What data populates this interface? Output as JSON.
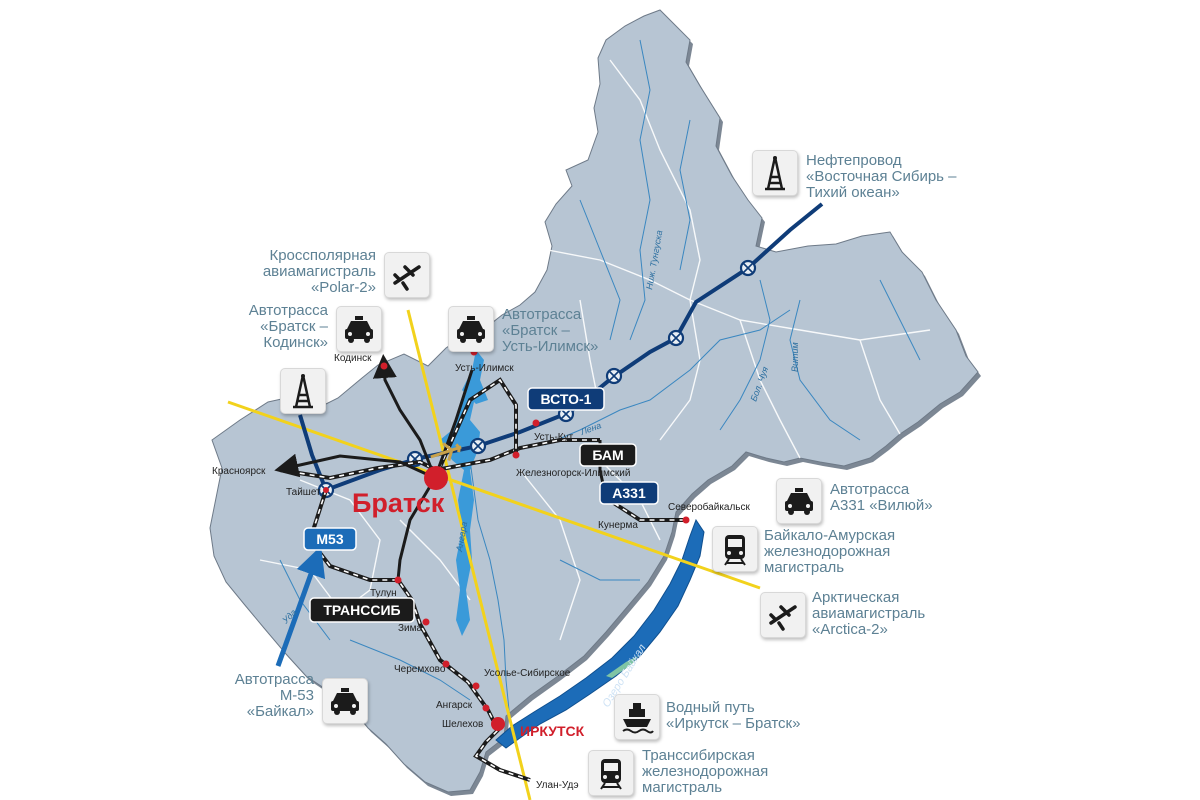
{
  "colors": {
    "region_fill": "#b7c5d3",
    "region_edge": "#7c8794",
    "lake": "#1c6cb8",
    "river": "#3a87c0",
    "yellow_route": "#f2d21c",
    "pipeline": "#0f3c78",
    "label_blue": "#5d8194",
    "city_red": "#d11f2b",
    "rail_black": "#1b1b1b"
  },
  "cities": {
    "bratsk": "Братск",
    "irkutsk": "ИРКУТСК",
    "kodinsk": "Кодинск",
    "ust_ilimsk": "Усть-Илимск",
    "ust_kut": "Усть-Кут",
    "zheleznogorsk": "Железногорск-Илимский",
    "krasnoyarsk": "Красноярск",
    "tayshet": "Тайшет",
    "tulun": "Тулун",
    "zima": "Зима",
    "cheremkhovo": "Черемхово",
    "usolye": "Усолье-Сибирское",
    "angarsk": "Ангарск",
    "shelekhov": "Шелехов",
    "ulan_ude": "Улан-Удэ",
    "severobaikalsk": "Северобайкальск",
    "kunerma": "Кунерма"
  },
  "rivers": {
    "nizh_tunguska": "Ниж. Тунгуска",
    "lena": "Лена",
    "bol_chuya": "Бол. Чуя",
    "vitim": "Витим",
    "angara": "Ангара",
    "baikal": "Озеро Байкал",
    "uda": "Уда"
  },
  "badges": {
    "vsto": "ВСТО-1",
    "bam": "БАМ",
    "a331": "А331",
    "m53": "М53",
    "transsib": "ТРАНССИБ"
  },
  "legend": {
    "oil_pipeline": [
      "Нефтепровод",
      "«Восточная Сибирь –",
      "Тихий океан»"
    ],
    "crosspolar": [
      "Кроссполярная",
      "авиамагистраль",
      "«Polar-2»"
    ],
    "road_kodinsk": [
      "Автотрасса",
      "«Братск –",
      "Кодинск»"
    ],
    "road_ust_ilimsk": [
      "Автотрасса",
      "«Братск –",
      "Усть-Илимск»"
    ],
    "road_a331": [
      "Автотрасса",
      "А331 «Вилюй»"
    ],
    "bam_rail": [
      "Байкало-Амурская",
      "железнодорожная",
      "магистраль"
    ],
    "arctic_air": [
      "Арктическая",
      "авиамагистраль",
      "«Arctica-2»"
    ],
    "road_m53": [
      "Автотрасса",
      "М-53",
      "«Байкал»"
    ],
    "waterway": [
      "Водный путь",
      "«Иркутск – Братск»"
    ],
    "transsib_rail": [
      "Транссибирская",
      "железнодорожная",
      "магистраль"
    ]
  },
  "icons": {
    "oil_rig_top": "oil-derrick-icon",
    "oil_rig_left": "oil-derrick-icon",
    "plane_polar": "airplane-icon",
    "plane_arctic": "airplane-icon",
    "taxi_kodinsk": "car-icon",
    "taxi_ust_ilimsk": "car-icon",
    "taxi_a331": "car-icon",
    "taxi_m53": "car-icon",
    "train_bam": "train-icon",
    "train_transsib": "train-icon",
    "ship": "ship-icon"
  }
}
